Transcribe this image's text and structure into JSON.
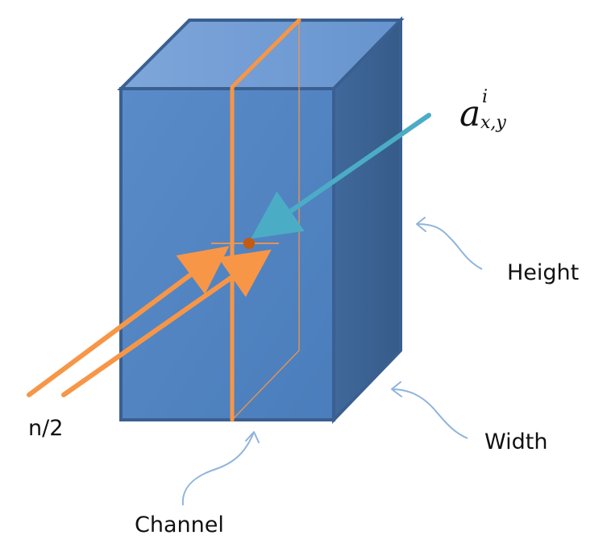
{
  "labels": {
    "height": "Height",
    "width": "Width",
    "channel": "Channel",
    "n_half": "n/2"
  },
  "activation_label": {
    "base": "a",
    "superscript": "i",
    "subscript": "x,y"
  },
  "colors": {
    "front_face": "#4f81bd",
    "top_face": "#6e97cf",
    "side_face": "#3f6796",
    "outline": "#3a5f91",
    "orange": "#f79646",
    "teal": "#4bacc6",
    "point": "#c55a11",
    "curve": "#8fb4dd"
  }
}
